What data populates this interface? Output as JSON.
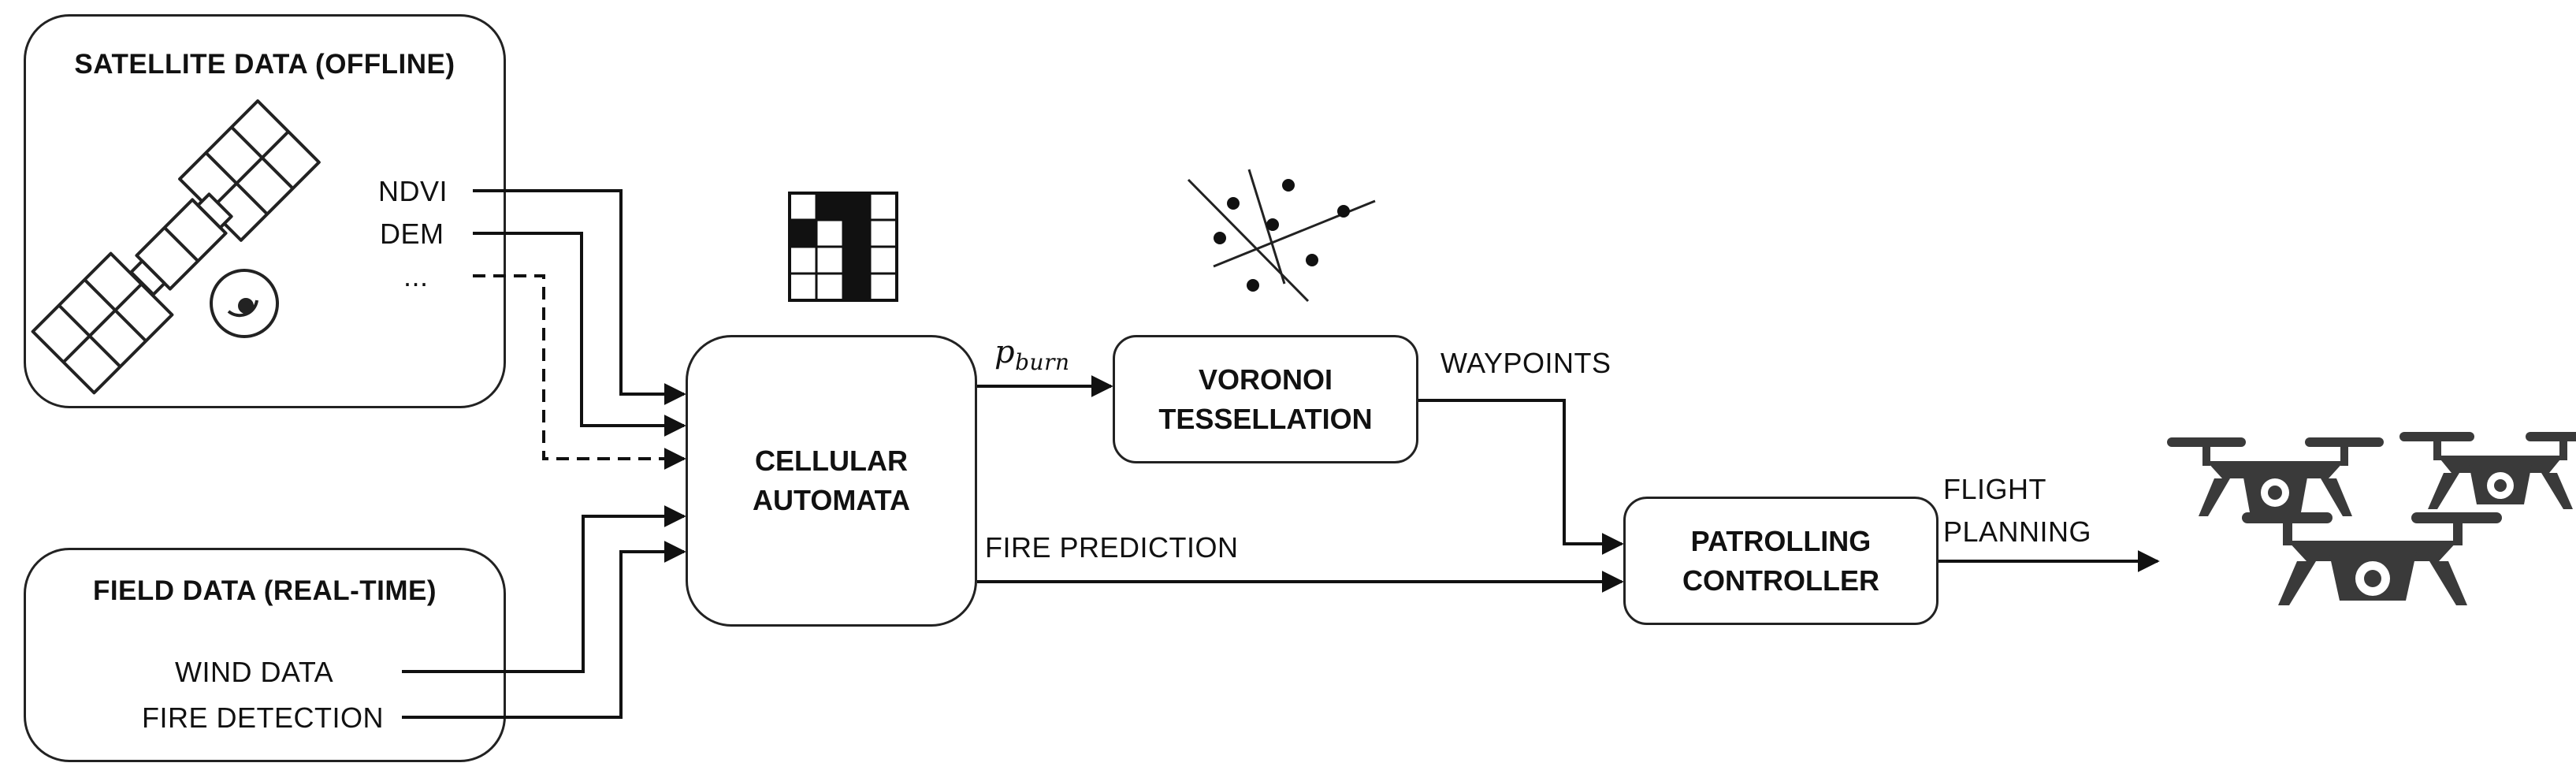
{
  "satellite": {
    "title": "SATELLITE DATA (OFFLINE)",
    "outputs": [
      "NDVI",
      "DEM",
      "..."
    ]
  },
  "field": {
    "title": "FIELD DATA (REAL-TIME)",
    "outputs": [
      "WIND DATA",
      "FIRE DETECTION"
    ]
  },
  "cellular": {
    "line1": "CELLULAR",
    "line2": "AUTOMATA"
  },
  "p_burn": {
    "base": "p",
    "sub": "burn"
  },
  "voronoi": {
    "line1": "VORONOI",
    "line2": "TESSELLATION"
  },
  "waypoints_label": "WAYPOINTS",
  "fire_prediction_label": "FIRE PREDICTION",
  "controller": {
    "line1": "PATROLLING",
    "line2": "CONTROLLER"
  },
  "flight_label": {
    "line1": "FLIGHT",
    "line2": "PLANNING"
  },
  "icons": [
    "satellite-icon",
    "grid-icon",
    "voronoi-icon",
    "drone-icon"
  ]
}
